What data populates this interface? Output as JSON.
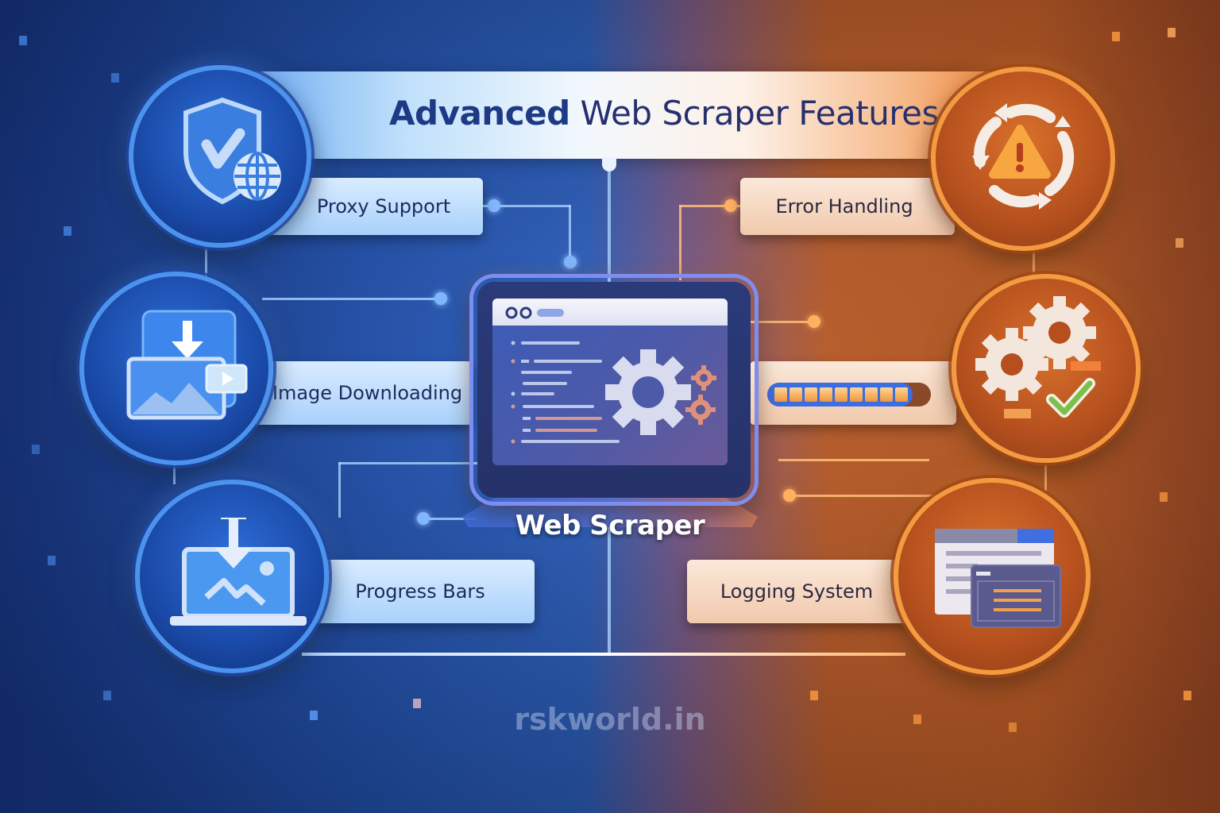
{
  "header": {
    "title_bold": "Advanced",
    "title_rest": " Web Scraper Features"
  },
  "center": {
    "label": "Web Scraper",
    "icon": "monitor-gear-icon"
  },
  "features": [
    {
      "id": "proxy-support",
      "label": "Proxy Support",
      "icon": "shield-globe-icon",
      "side": "left",
      "color": "#2a63c9"
    },
    {
      "id": "image-downloading",
      "label": "Image Downloading",
      "icon": "image-download-icon",
      "side": "left",
      "color": "#2a63c9"
    },
    {
      "id": "progress-bars",
      "label": "Progress Bars",
      "icon": "laptop-download-icon",
      "side": "left",
      "color": "#2a63c9"
    },
    {
      "id": "error-handling",
      "label": "Error Handling",
      "icon": "warning-cycle-icon",
      "side": "right",
      "color": "#e07a2c"
    },
    {
      "id": "configuration",
      "label": "",
      "icon": "gears-check-icon",
      "side": "right",
      "color": "#e07a2c"
    },
    {
      "id": "logging-system",
      "label": "Logging System",
      "icon": "log-windows-icon",
      "side": "right",
      "color": "#e07a2c"
    }
  ],
  "progress_widget": {
    "segments": 9
  },
  "footer": {
    "watermark": "rskworld.in"
  },
  "colors": {
    "blue_accent": "#2a63c9",
    "orange_accent": "#e07a2c",
    "title_text": "#263070"
  }
}
